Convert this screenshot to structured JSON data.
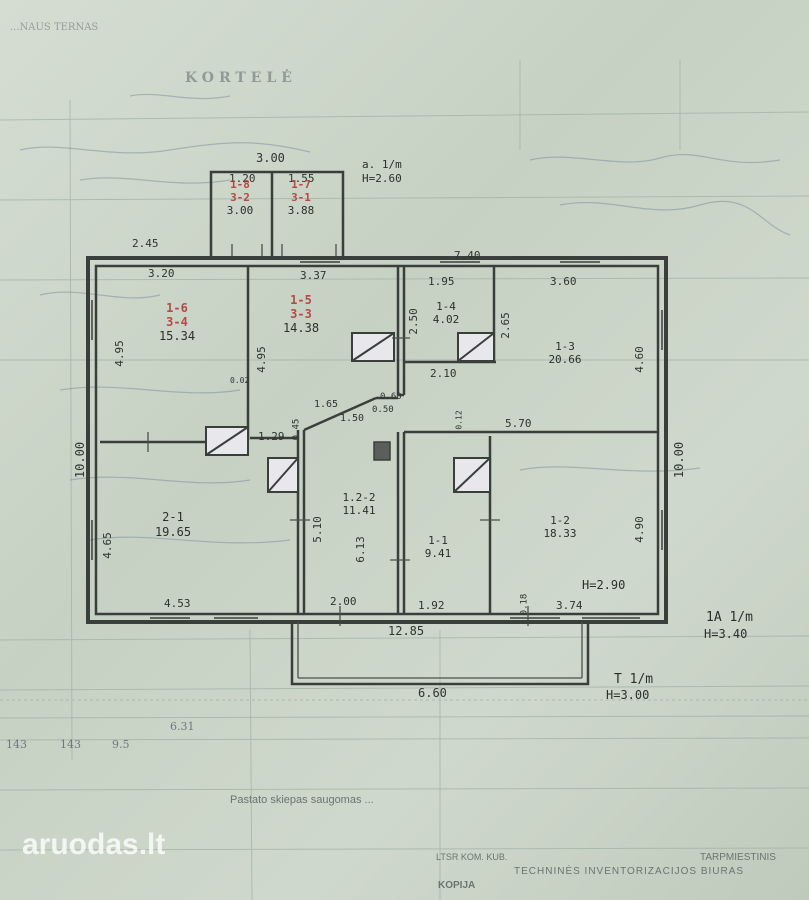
{
  "header": {
    "top_left": "...NAUS TERNAS",
    "title": "KORTELĖ"
  },
  "footer": {
    "text_1": "Pastato skiepas saugomas ...",
    "text_2": "TECHNINĖS INVENTORIZACIJOS BIURAS",
    "text_3": "TARPMIESTINIS",
    "text_4": "LTSR KOM. KUB.",
    "text_5": "KOPIJA"
  },
  "watermark": "aruodas.lt",
  "annex_labels": {
    "top": "a. 1/m",
    "top_height": "H=2.60",
    "right": "1A 1/m",
    "right_height": "H=3.40",
    "porch": "T 1/m",
    "porch_height": "H=3.00",
    "room_height": "H=2.90"
  },
  "dimensions": {
    "annex_width": "3.00",
    "annex_left": "1.20",
    "annex_right": "1.55",
    "left_offset": "2.45",
    "top_right": "7.40",
    "room_1_6_width": "3.20",
    "room_1_5_width": "3.37",
    "room_1_4_width": "1.95",
    "room_1_3_width": "3.60",
    "left_height": "10.00",
    "right_height": "10.00",
    "room_1_6_height": "4.95",
    "room_1_5_height": "4.95",
    "room_1_4_height_a": "2.50",
    "room_1_4_height_b": "2.65",
    "room_1_4_bottom": "2.10",
    "room_1_3_height": "4.60",
    "corridor_diag": "1.65",
    "corridor_b": "1.50",
    "corridor_c": "0.60",
    "corridor_d": "0.50",
    "corridor_e": "1.29",
    "corridor_f": "0.45",
    "small_a": "0.02",
    "small_b": "0.12",
    "mid_width": "5.70",
    "room_2_1_height": "4.65",
    "room_1_2_2_height_a": "5.10",
    "room_1_2_2_height_b": "6.13",
    "room_1_2_height": "4.90",
    "bottom_2_1": "4.53",
    "bottom_1_2_2": "2.00",
    "bottom_1_1": "1.92",
    "bottom_small": "0.18",
    "bottom_1_2": "3.74",
    "total_length": "12.85",
    "porch_width": "6.60"
  },
  "rooms": [
    {
      "id": "1-8",
      "sub": "3-2",
      "area": "3.00"
    },
    {
      "id": "1-7",
      "sub": "3-1",
      "area": "3.88"
    },
    {
      "id": "1-6",
      "sub": "3-4",
      "area": "15.34"
    },
    {
      "id": "1-5",
      "sub": "3-3",
      "area": "14.38"
    },
    {
      "id": "1-4",
      "area": "4.02"
    },
    {
      "id": "1-3",
      "area": "20.66"
    },
    {
      "id": "2-1",
      "area": "19.65"
    },
    {
      "id": "1.2-2",
      "area": "11.41"
    },
    {
      "id": "1-1",
      "area": "9.41"
    },
    {
      "id": "1-2",
      "area": "18.33"
    }
  ],
  "table_values": [
    "143",
    "143",
    "9.5",
    "6.31"
  ]
}
